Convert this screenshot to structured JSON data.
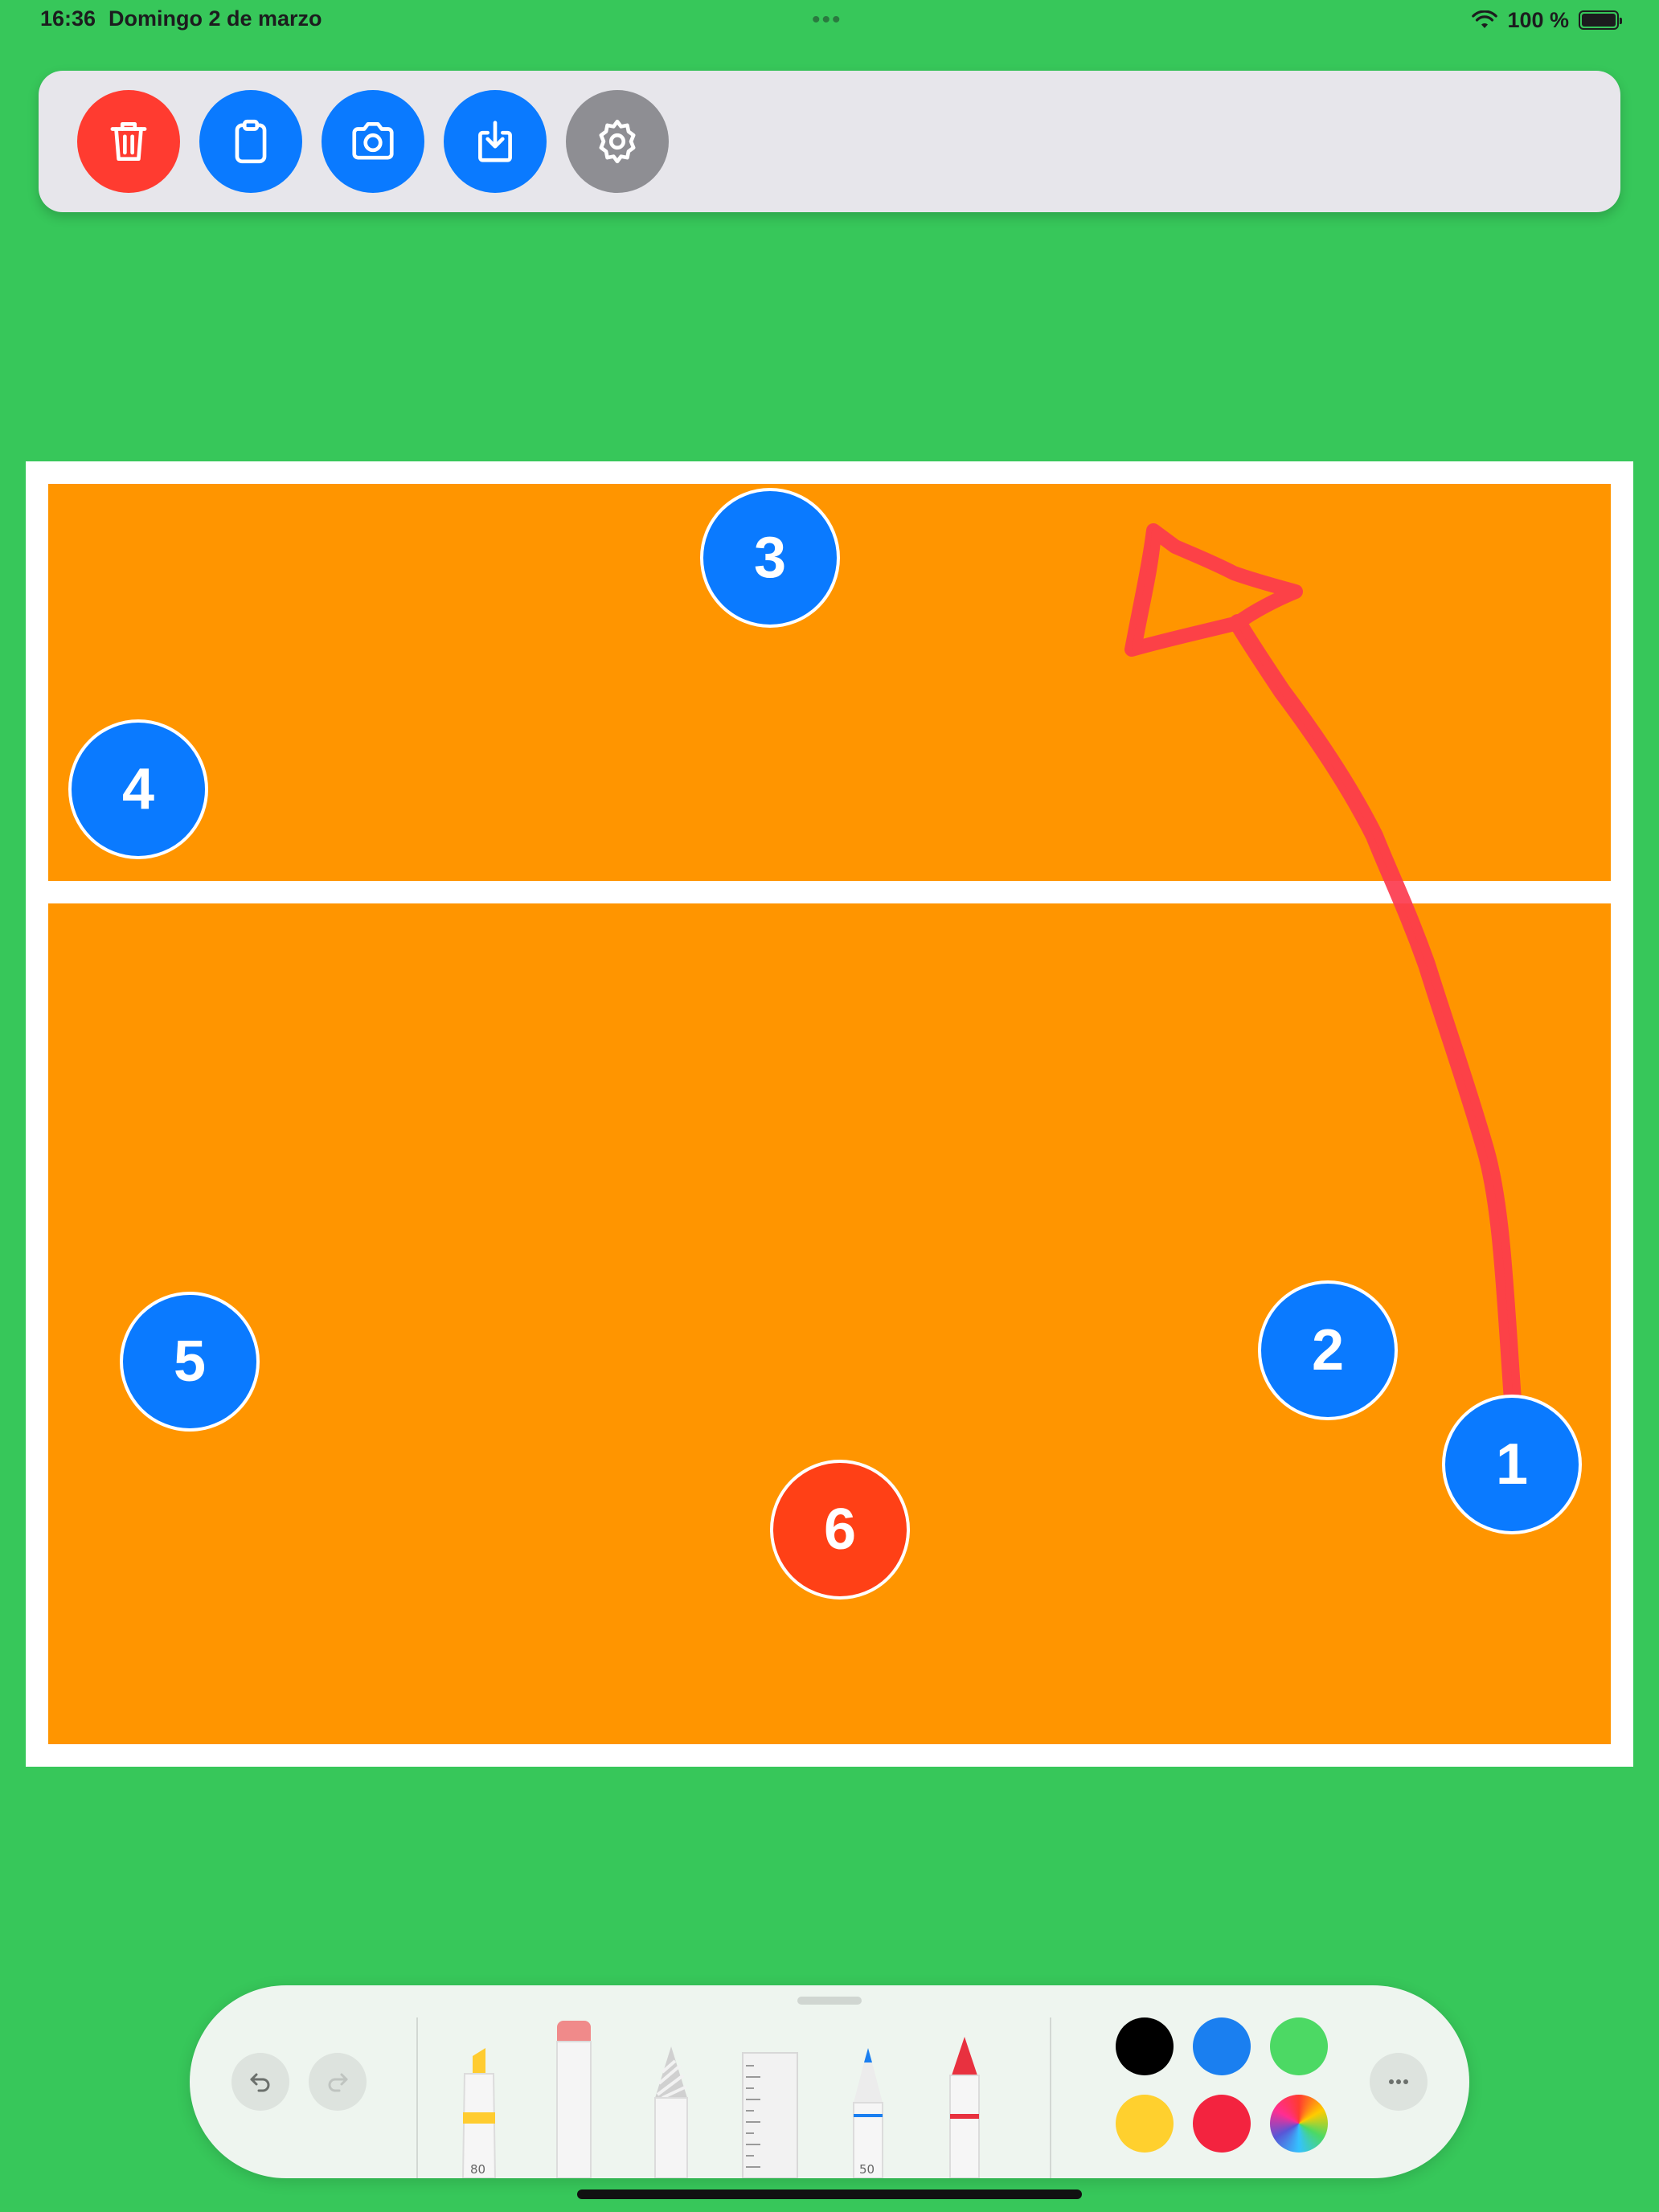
{
  "status_bar": {
    "time": "16:36",
    "date": "Domingo 2 de marzo",
    "battery_text": "100 %"
  },
  "toolbar": {
    "buttons": [
      {
        "name": "delete",
        "icon": "trash-icon",
        "color": "#ff3b30"
      },
      {
        "name": "clipboard",
        "icon": "clipboard-icon",
        "color": "#0a7aff"
      },
      {
        "name": "camera",
        "icon": "camera-icon",
        "color": "#0a7aff"
      },
      {
        "name": "download",
        "icon": "tray-download-icon",
        "color": "#0a7aff"
      },
      {
        "name": "settings",
        "icon": "gear-icon",
        "color": "#8e8e93"
      }
    ]
  },
  "court": {
    "line_color": "#ffffff",
    "surface_color": "#ff9500",
    "players": [
      {
        "number": "3",
        "color": "#0a7aff"
      },
      {
        "number": "4",
        "color": "#0a7aff"
      },
      {
        "number": "5",
        "color": "#0a7aff"
      },
      {
        "number": "2",
        "color": "#0a7aff"
      },
      {
        "number": "1",
        "color": "#0a7aff"
      },
      {
        "number": "6",
        "color": "#ff4016"
      }
    ],
    "drawing": {
      "type": "arrow-stroke",
      "color": "#fc3a4e"
    }
  },
  "palette": {
    "undo_icon": "undo-arrow-icon",
    "redo_icon": "redo-arrow-icon",
    "tools": [
      {
        "name": "highlighter",
        "label": "80",
        "accent": "#ffcc30"
      },
      {
        "name": "eraser",
        "accent": "#f08a8a"
      },
      {
        "name": "lasso",
        "accent": "#bdbdbd"
      },
      {
        "name": "ruler",
        "accent": "#d9d9d9"
      },
      {
        "name": "pen",
        "label": "50",
        "accent": "#1a7ff0"
      },
      {
        "name": "crayon",
        "accent": "#e8313f"
      }
    ],
    "colors": [
      "#000000",
      "#1a7ff0",
      "#4cd964",
      "#ffd02e",
      "#f3233f"
    ],
    "more_icon": "ellipsis-icon"
  }
}
